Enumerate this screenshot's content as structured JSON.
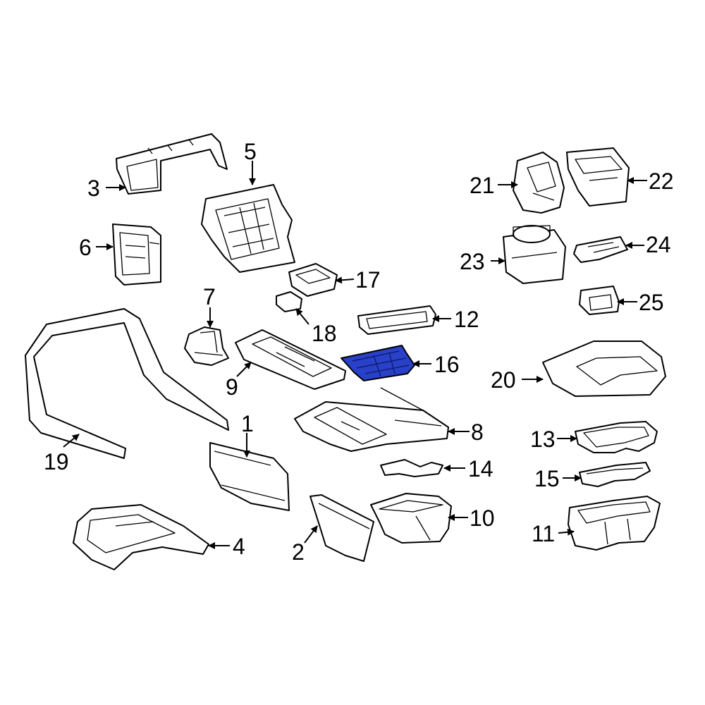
{
  "diagram": {
    "highlight_color": "#2940c8",
    "highlighted_part": "16",
    "callouts": [
      "1",
      "2",
      "3",
      "4",
      "5",
      "6",
      "7",
      "8",
      "9",
      "10",
      "11",
      "12",
      "13",
      "14",
      "15",
      "16",
      "17",
      "18",
      "19",
      "20",
      "21",
      "22",
      "23",
      "24",
      "25"
    ]
  }
}
